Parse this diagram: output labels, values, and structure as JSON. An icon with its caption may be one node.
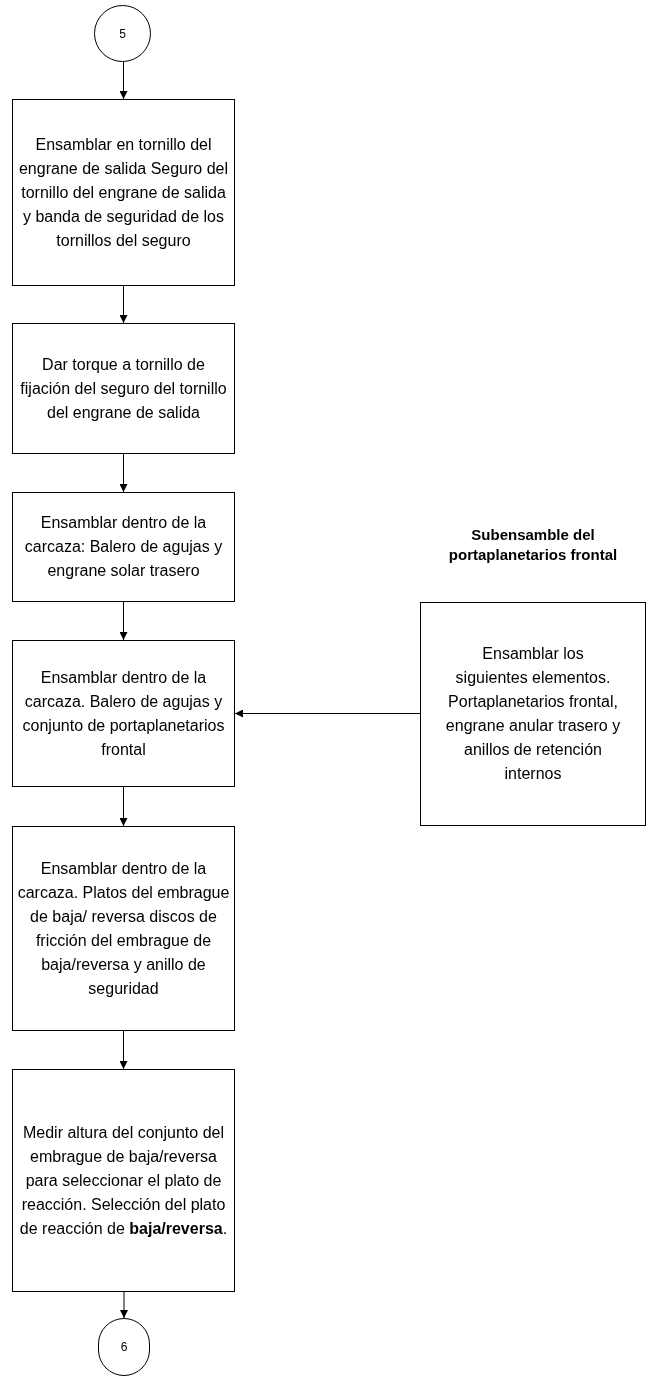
{
  "diagram": {
    "nodes": [
      {
        "text": [
          "5"
        ]
      },
      {
        "text": [
          "Ensamblar en tornillo del engrane de salida Seguro del tornillo del engrane de salida y banda de seguridad de los tornillos del seguro"
        ]
      },
      {
        "text": [
          "Dar torque a tornillo de fijación del seguro del tornillo del engrane de salida"
        ]
      },
      {
        "text": [
          "Ensamblar dentro de la carcaza: Balero de agujas y engrane solar trasero"
        ]
      },
      {
        "text": [
          "Ensamblar dentro de la carcaza. Balero de agujas y conjunto de portaplanetarios frontal"
        ]
      },
      {
        "text": [
          "Ensamblar dentro de la carcaza. Platos del embrague de baja/ reversa discos de fricción del embrague de baja/reversa y anillo de seguridad"
        ]
      },
      {
        "text": [
          "Medir altura del conjunto del embrague de baja/reversa para seleccionar el plato de reacción. Selección del plato de reacción de **baja/reversa**."
        ]
      },
      {
        "text": [
          "6"
        ]
      },
      {
        "text": [
          "Subensamble del portaplanetarios frontal",
          "Ensamblar los siguientes elementos. Portaplanetarios frontal, engrane anular trasero y anillos de retención internos"
        ]
      }
    ],
    "edges": [
      {
        "from": 0,
        "to": 1,
        "arrow": "to"
      },
      {
        "from": 1,
        "to": 2,
        "arrow": "to"
      },
      {
        "from": 2,
        "to": 3,
        "arrow": "to"
      },
      {
        "from": 3,
        "to": 4,
        "arrow": "to"
      },
      {
        "from": 8,
        "to": 4,
        "arrow": "to"
      },
      {
        "from": 4,
        "to": 5,
        "arrow": "to"
      },
      {
        "from": 5,
        "to": 6,
        "arrow": "to"
      },
      {
        "from": 6,
        "to": 7,
        "arrow": "to"
      }
    ]
  }
}
